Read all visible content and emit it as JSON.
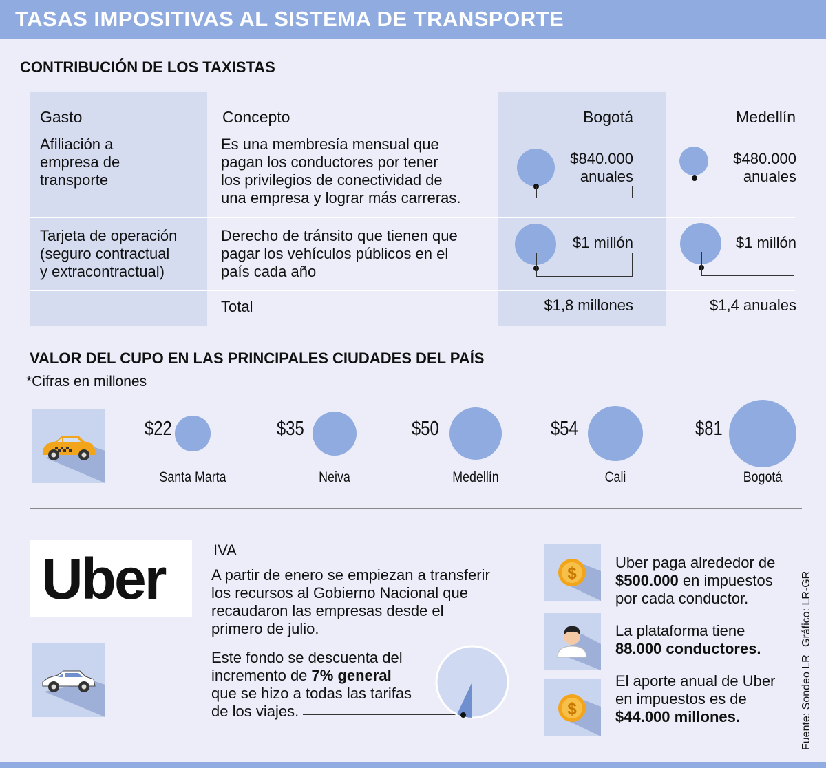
{
  "header": {
    "title": "TASAS IMPOSITIVAS AL SISTEMA DE TRANSPORTE"
  },
  "taxistas": {
    "title": "CONTRIBUCIÓN DE LOS TAXISTAS",
    "columns": {
      "gasto": "Gasto",
      "concepto": "Concepto",
      "bogota": "Bogotá",
      "medellin": "Medellín"
    },
    "rows": [
      {
        "gasto_lines": [
          "Afiliación a",
          "empresa de",
          "transporte"
        ],
        "concepto_lines": [
          "Es una membresía mensual que",
          "pagan los conductores por tener",
          "los privilegios de conectividad de",
          "una empresa y lograr más carreras."
        ],
        "bogota_lines": [
          "$840.000",
          "anuales"
        ],
        "medellin_lines": [
          "$480.000",
          "anuales"
        ]
      },
      {
        "gasto_lines": [
          "Tarjeta de operación",
          "(seguro contractual",
          "y extracontractual)"
        ],
        "concepto_lines": [
          "Derecho de tránsito que tienen que",
          "pagar los vehículos públicos en el",
          "país cada año"
        ],
        "bogota": "$1 millón",
        "medellin": "$1 millón"
      }
    ],
    "total": {
      "label": "Total",
      "bogota": "$1,8 millones",
      "medellin": "$1,4 anuales"
    }
  },
  "cupo": {
    "title": "VALOR DEL CUPO EN LAS PRINCIPALES CIUDADES DEL PAÍS",
    "note": "*Cifras en millones",
    "items": [
      {
        "value": "$22",
        "city": "Santa Marta",
        "amount": 22
      },
      {
        "value": "$35",
        "city": "Neiva",
        "amount": 35
      },
      {
        "value": "$50",
        "city": "Medellín",
        "amount": 50
      },
      {
        "value": "$54",
        "city": "Cali",
        "amount": 54
      },
      {
        "value": "$81",
        "city": "Bogotá",
        "amount": 81
      }
    ]
  },
  "uber": {
    "logo": "Uber",
    "iva_title": "IVA",
    "iva_lines": [
      "A partir de enero se empiezan a transferir",
      "los recursos al Gobierno Nacional que",
      "recaudaron las empresas desde el",
      "primero de julio."
    ],
    "fondo_lines": [
      "Este fondo se descuenta del",
      "incremento de ",
      "7% general",
      "que se hizo a todas las tarifas",
      "de los viajes."
    ],
    "fondo_percent": 7,
    "facts": [
      {
        "lines": [
          "Uber paga alrededor de",
          "$500.000",
          " en impuestos",
          "por cada conductor."
        ],
        "icon": "coin-icon"
      },
      {
        "lines": [
          "La plataforma tiene",
          "88.000 conductores."
        ],
        "icon": "person-icon"
      },
      {
        "lines": [
          "El aporte anual de Uber",
          "en impuestos es de",
          "$44.000 millones."
        ],
        "icon": "coin-icon"
      }
    ]
  },
  "source": {
    "fuente": "Fuente: Sondeo LR",
    "grafico": "Gráfico: LR-GR"
  },
  "colors": {
    "accent": "#8fabdf",
    "shade": "#d6dcef",
    "background": "#ecedf8"
  }
}
